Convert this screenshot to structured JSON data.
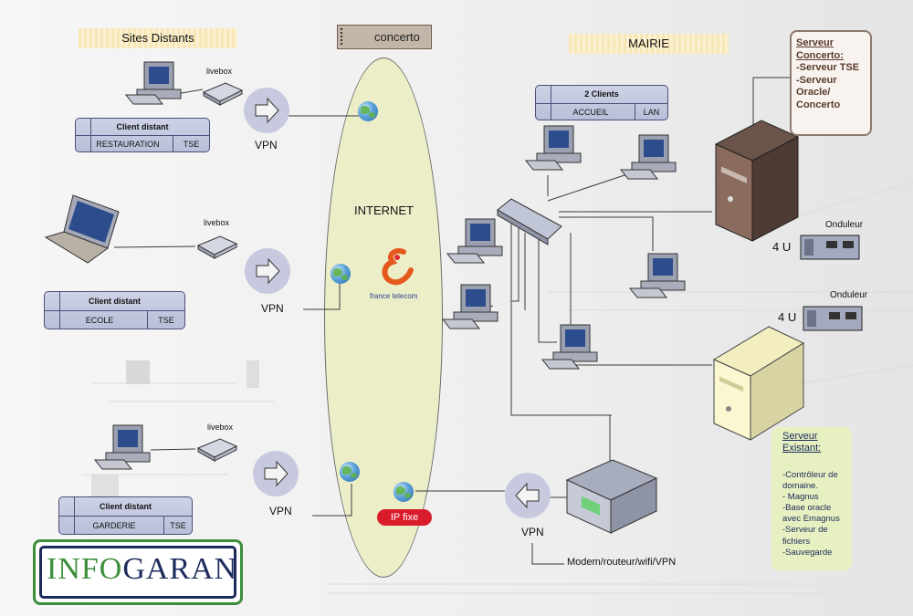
{
  "headers": {
    "sites_distants": "Sites Distants",
    "concerto": "concerto",
    "mairie": "MAIRIE",
    "internet": "INTERNET"
  },
  "sites": [
    {
      "device_label": "livebox",
      "client_title": "Client distant",
      "client_name": "RESTAURATION",
      "client_app": "TSE",
      "vpn": "VPN"
    },
    {
      "device_label": "livebox",
      "client_title": "Client distant",
      "client_name": "ECOLE",
      "client_app": "TSE",
      "vpn": "VPN"
    },
    {
      "device_label": "livebox",
      "client_title": "Client distant",
      "client_name": "GARDERIE",
      "client_app": "TSE",
      "vpn": "VPN"
    }
  ],
  "mairie_clients": {
    "title": "2 Clients",
    "left": "ACCUEIL",
    "right": "LAN"
  },
  "ip_fixe": "IP fixe",
  "isp_logo_text": "france telecom",
  "modem": {
    "vpn": "VPN",
    "label": "Modem/routeur/wifi/VPN"
  },
  "server_concerto": {
    "lines": [
      "Serveur",
      "Concerto:",
      "-Serveur TSE",
      "-Serveur",
      "Oracle/",
      "Concerto"
    ]
  },
  "onduleurs": [
    {
      "label": "Onduleur",
      "size": "4 U"
    },
    {
      "label": "Onduleur",
      "size": "4 U"
    }
  ],
  "server_existant": {
    "title_lines": [
      "Serveur",
      "Existant:"
    ],
    "items": [
      "-Contrôleur de",
      "domaine.",
      "- Magnus",
      "-Base oracle",
      "avec Emagnus",
      "-Serveur de",
      "fichiers",
      "-Sauvegarde"
    ]
  },
  "logo": {
    "part1": "INFO",
    "part2": "GARAN"
  },
  "colors": {
    "cloud": "#eceec8",
    "ip_badge": "#d81c2b",
    "logo_green": "#3c8f3a",
    "logo_navy": "#1d2b5c",
    "note_bg": "#e6f0c0"
  }
}
